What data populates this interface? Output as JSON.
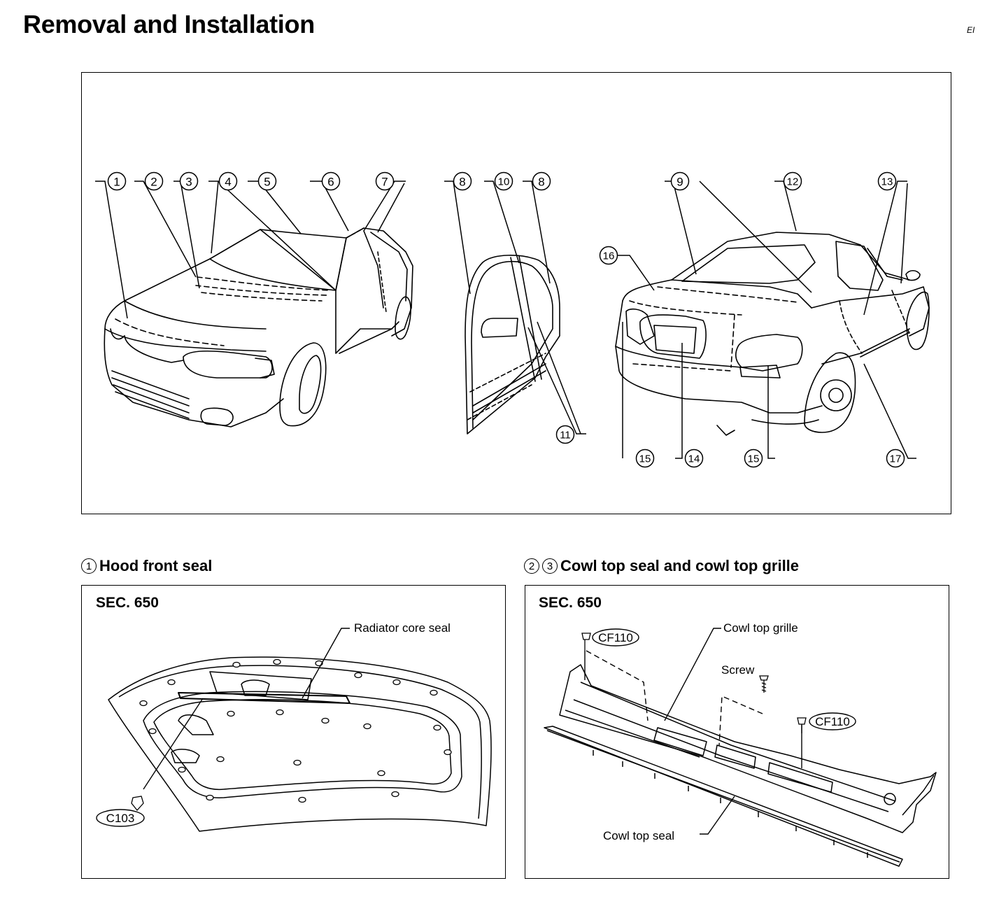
{
  "page": {
    "title": "Removal and Installation",
    "code": "EI"
  },
  "overview": {
    "callouts": {
      "c1": "1",
      "c2": "2",
      "c3": "3",
      "c4": "4",
      "c5": "5",
      "c6": "6",
      "c7": "7",
      "c8a": "8",
      "c10": "10",
      "c8b": "8",
      "c9": "9",
      "c12": "12",
      "c13": "13",
      "c16": "16",
      "c11": "11",
      "c15a": "15",
      "c14": "14",
      "c15b": "15",
      "c17": "17"
    }
  },
  "hood_panel": {
    "heading_num": "1",
    "heading": "Hood front seal",
    "section": "SEC. 650",
    "labels": {
      "radiator_core_seal": "Radiator core seal",
      "clip": "C103"
    }
  },
  "cowl_panel": {
    "heading_num_a": "2",
    "heading_num_b": "3",
    "heading": "Cowl top seal and cowl top grille",
    "section": "SEC. 650",
    "labels": {
      "clip_left": "CF110",
      "cowl_top_grille": "Cowl top grille",
      "screw": "Screw",
      "clip_right": "CF110",
      "cowl_top_seal": "Cowl top seal"
    }
  }
}
